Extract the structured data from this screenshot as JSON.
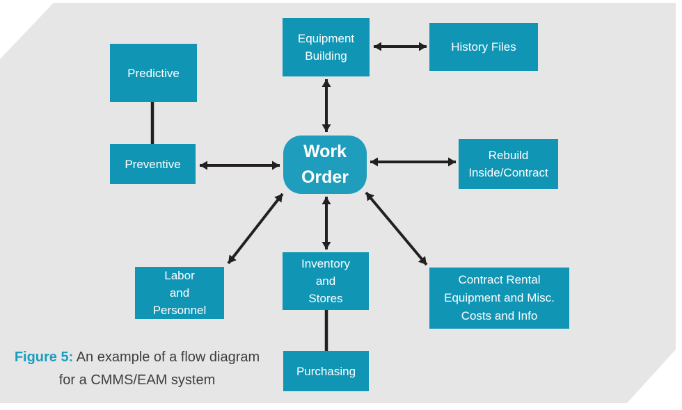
{
  "figure": {
    "caption_prefix": "Figure 5:",
    "caption_line1": "An example of a flow diagram",
    "caption_line2": "for a CMMS/EAM system"
  },
  "diagram": {
    "nodes": {
      "predictive": {
        "label": "Predictive"
      },
      "preventive": {
        "label": "Preventive"
      },
      "equipment_building": {
        "label": "Equipment\nBuilding"
      },
      "history_files": {
        "label": "History Files"
      },
      "work_order": {
        "label": "Work\nOrder"
      },
      "rebuild": {
        "label": "Rebuild\nInside/Contract"
      },
      "labor": {
        "label": "Labor\nand\nPersonnel"
      },
      "inventory": {
        "label": "Inventory\nand\nStores"
      },
      "contract_rental": {
        "label": "Contract Rental\nEquipment and Misc.\nCosts and Info"
      },
      "purchasing": {
        "label": "Purchasing"
      }
    },
    "connections": [
      "Predictive — Preventive (plain line)",
      "Preventive ↔ Work Order",
      "Equipment Building ↔ History Files",
      "Equipment Building ↔ Work Order",
      "Work Order ↔ Rebuild Inside/Contract",
      "Work Order ↔ Labor and Personnel",
      "Work Order ↔ Inventory and Stores",
      "Work Order ↔ Contract Rental Equipment and Misc. Costs and Info",
      "Inventory and Stores — Purchasing (plain line)"
    ]
  },
  "colors": {
    "panel_background": "#e6e6e7",
    "box_fill": "#1095b5",
    "center_box_fill": "#1e9ebc",
    "box_text": "#ffffff",
    "arrow": "#231f20",
    "caption_accent": "#1b9dc0",
    "caption_text": "#3e3e40"
  }
}
